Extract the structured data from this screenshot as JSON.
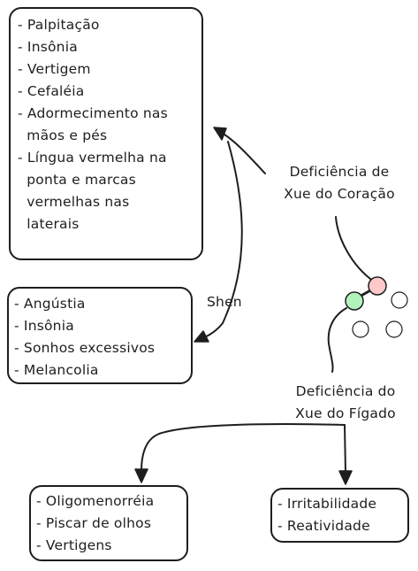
{
  "coracao_box": {
    "items": [
      "- Palpitação",
      "- Insônia",
      "- Vertigem",
      "- Cefaléia",
      "- Adormecimento nas\n  mãos e pés",
      "- Língua vermelha na\n  ponta e marcas\n  vermelhas nas\n  laterais"
    ]
  },
  "shen_box": {
    "items": [
      "- Angústia",
      "- Insônia",
      "- Sonhos excessivos",
      "- Melancolia"
    ]
  },
  "oligo_box": {
    "items": [
      "- Oligomenorréia",
      "- Piscar de olhos",
      "- Vertigens"
    ]
  },
  "irrit_box": {
    "items": [
      "- Irritabilidade",
      "- Reatividade"
    ]
  },
  "labels": {
    "deficiencia_coracao": "Deficiência de\nXue do Coração",
    "deficiencia_figado": "Deficiência do\nXue do Fígado",
    "shen": "Shen"
  },
  "colors": {
    "stroke": "#1e1e1e",
    "pink_node": "#ffc9c9",
    "green_node": "#b2f2bb",
    "empty_node": "#ffffff"
  }
}
